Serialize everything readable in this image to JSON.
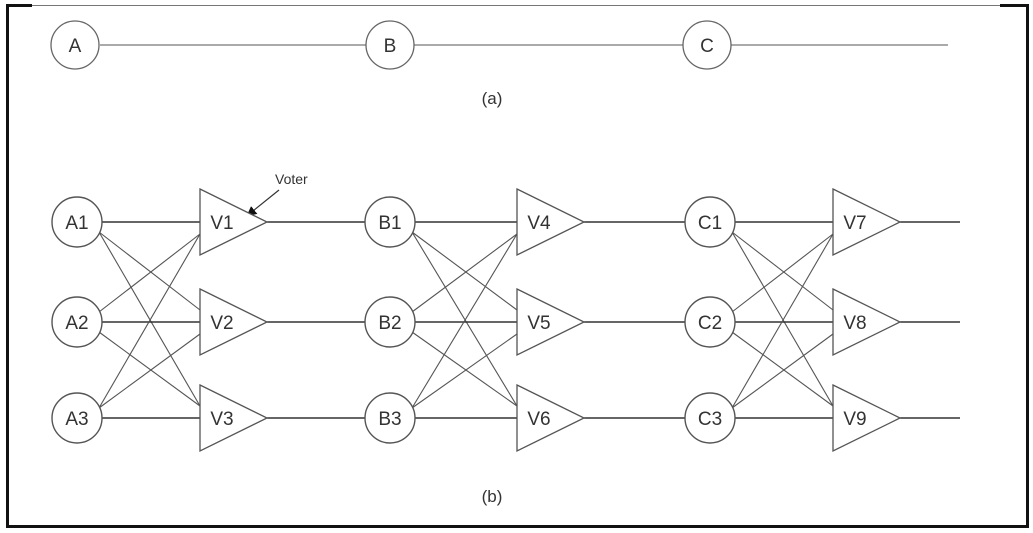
{
  "diagram": {
    "part_a": {
      "caption": "(a)",
      "nodes": [
        "A",
        "B",
        "C"
      ]
    },
    "part_b": {
      "caption": "(b)",
      "callout": "Voter",
      "stages": [
        {
          "modules": [
            "A1",
            "A2",
            "A3"
          ],
          "voters": [
            "V1",
            "V2",
            "V3"
          ]
        },
        {
          "modules": [
            "B1",
            "B2",
            "B3"
          ],
          "voters": [
            "V4",
            "V5",
            "V6"
          ]
        },
        {
          "modules": [
            "C1",
            "C2",
            "C3"
          ],
          "voters": [
            "V7",
            "V8",
            "V9"
          ]
        }
      ],
      "connection_rule": "each module in a stage connects to every voter in that stage; each voter output feeds the matching module of the next stage"
    }
  }
}
